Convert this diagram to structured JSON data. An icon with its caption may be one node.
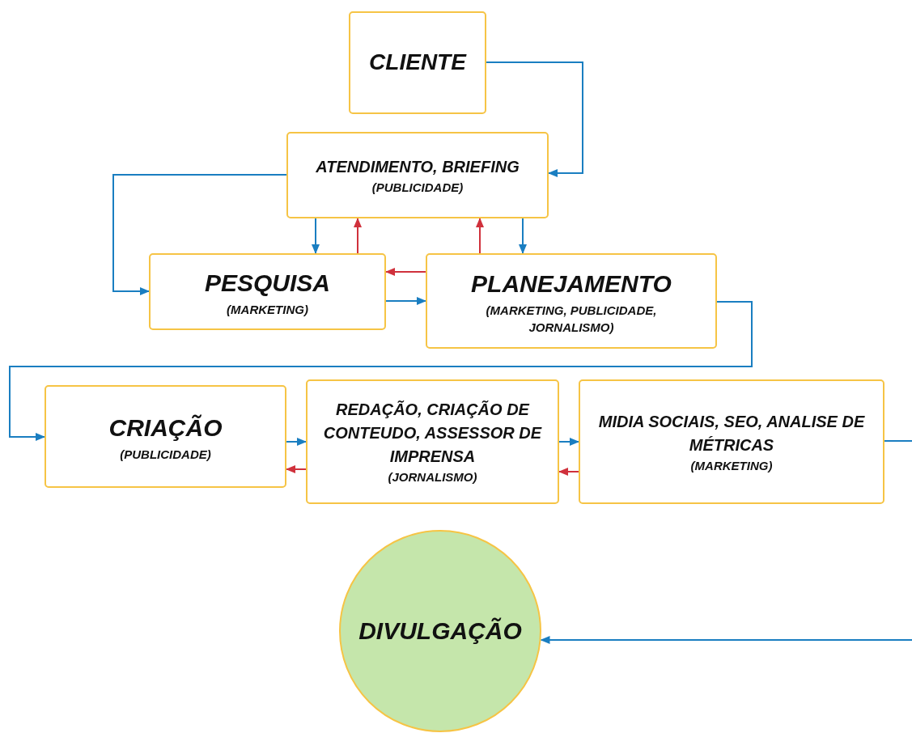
{
  "diagram": {
    "nodes": [
      {
        "text": [
          "CLIENTE"
        ]
      },
      {
        "text": [
          "ATENDIMENTO, BRIEFING",
          "(PUBLICIDADE)"
        ]
      },
      {
        "text": [
          "PESQUISA",
          "(MARKETING)"
        ]
      },
      {
        "text": [
          "PLANEJAMENTO",
          "(MARKETING, PUBLICIDADE, JORNALISMO)"
        ]
      },
      {
        "text": [
          "CRIAÇÃO",
          "(PUBLICIDADE)"
        ]
      },
      {
        "text": [
          "REDAÇÃO, CRIAÇÃO DE CONTEUDO, ASSESSOR DE IMPRENSA",
          "(JORNALISMO)"
        ]
      },
      {
        "text": [
          "MIDIA SOCIAIS, SEO, ANALISE DE MÉTRICAS",
          "(MARKETING)"
        ]
      },
      {
        "text": [
          "DIVULGAÇÃO"
        ]
      }
    ],
    "edges": [
      {
        "from": 0,
        "to": 1,
        "arrow": "to"
      },
      {
        "from": 1,
        "to": 2,
        "arrow": "to"
      },
      {
        "from": 1,
        "to": 2,
        "arrow": "to"
      },
      {
        "from": 2,
        "to": 1,
        "arrow": "to",
        "color": "#d0313c"
      },
      {
        "from": 1,
        "to": 3,
        "arrow": "to"
      },
      {
        "from": 3,
        "to": 1,
        "arrow": "to",
        "color": "#d0313c"
      },
      {
        "from": 3,
        "to": 2,
        "arrow": "to",
        "color": "#d0313c"
      },
      {
        "from": 2,
        "to": 3,
        "arrow": "to"
      },
      {
        "from": 3,
        "to": 4,
        "arrow": "to"
      },
      {
        "from": 4,
        "to": 5,
        "arrow": "to"
      },
      {
        "from": 5,
        "to": 4,
        "arrow": "to",
        "color": "#d0313c"
      },
      {
        "from": 5,
        "to": 6,
        "arrow": "to"
      },
      {
        "from": 6,
        "to": 5,
        "arrow": "to",
        "color": "#d0313c"
      },
      {
        "from": 6,
        "to": null,
        "arrow": "none"
      },
      {
        "from": null,
        "to": 7,
        "arrow": "to"
      }
    ]
  }
}
